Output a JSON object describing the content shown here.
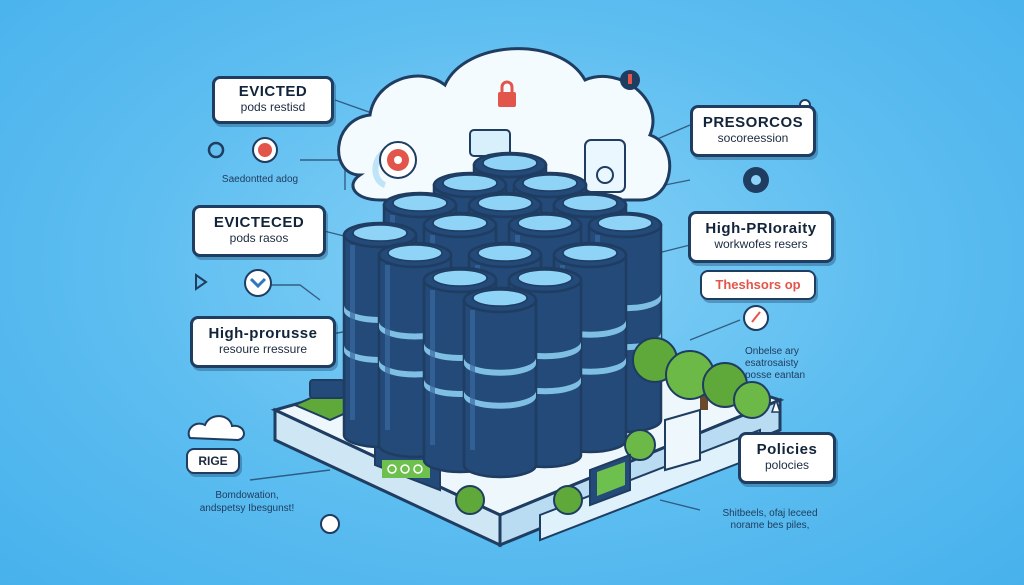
{
  "labels": {
    "evicted_1": {
      "title": "EVICTED",
      "subtitle": "pods restisd"
    },
    "evicted_2": {
      "title": "EVICTECED",
      "subtitle": "pods rasos"
    },
    "high_pressure": {
      "title": "High-prorusse",
      "subtitle": "resoure rressure"
    },
    "presorcos": {
      "title": "PRESORCOS",
      "subtitle": "socoreession"
    },
    "high_priority": {
      "title": "High-PRIoraity",
      "subtitle": "workwofes resers"
    },
    "thresholds": {
      "title": "Theshsors op"
    },
    "policies": {
      "title": "Policies",
      "subtitle": "polocies"
    },
    "rige": {
      "title": "RIGE"
    }
  },
  "captions": {
    "scheduled": "Saedontted adog",
    "bottom_left_1": "Bomdowation,",
    "bottom_left_2": "andspetsy Ibesgunst!",
    "right_mid_1": "Onbelse ary",
    "right_mid_2": "esatrosaisty",
    "right_mid_3": "posse eantan",
    "bottom_right_1": "Shitbeels, ofaj leceed",
    "bottom_right_2": "norame bes piles,"
  },
  "colors": {
    "background": "#5cbdf0",
    "server_dark": "#234a78",
    "server_light": "#8fd4f7",
    "outline": "#1f3c61",
    "alert_red": "#e2554a",
    "tree_green": "#5fa83a"
  },
  "icons": [
    "lock-icon",
    "gear-icon",
    "alert-icon",
    "info-icon",
    "shield-icon",
    "cloud-icon",
    "warning-icon"
  ]
}
